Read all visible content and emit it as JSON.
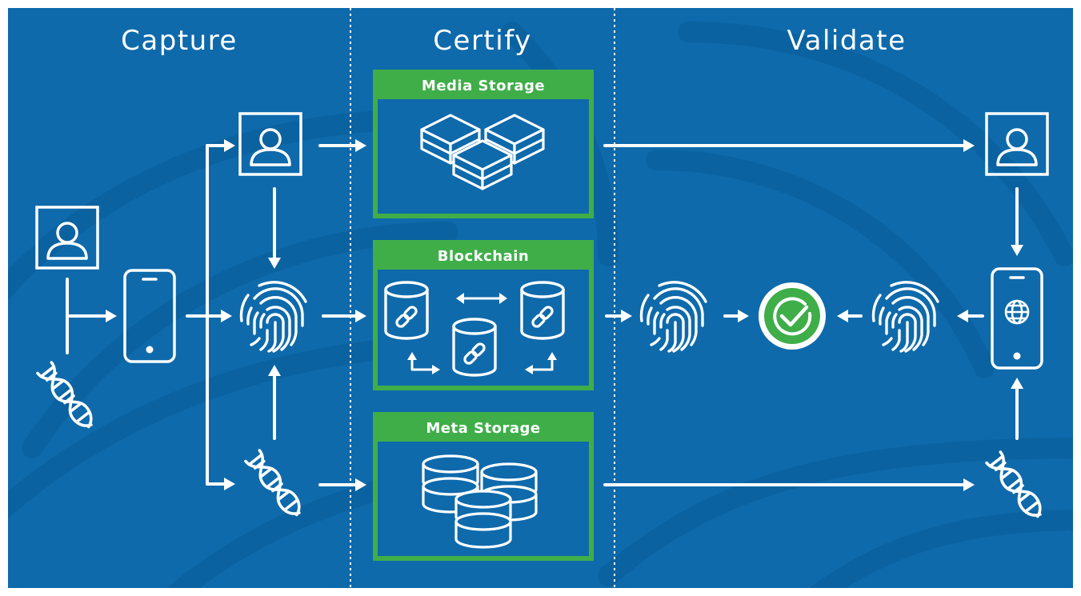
{
  "columns": {
    "capture": "Capture",
    "certify": "Certify",
    "validate": "Validate"
  },
  "boxes": {
    "media_storage": "Media Storage",
    "blockchain": "Blockchain",
    "meta_storage": "Meta Storage"
  },
  "colors": {
    "background": "#0e6aab",
    "box_green": "#3fae49",
    "icon_white": "#ffffff",
    "check_green": "#3fae49"
  },
  "icons": [
    "portrait-icon",
    "dna-icon",
    "smartphone-icon",
    "fingerprint-icon",
    "cubes-icon",
    "linked-database-icon",
    "database-stack-icon",
    "checkmark-icon",
    "globe-phone-icon"
  ]
}
